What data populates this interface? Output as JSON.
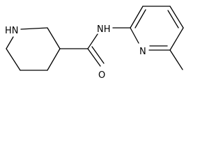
{
  "molecule": {
    "atoms": {
      "piperidine_nh": "HN",
      "amide_nh": "NH",
      "carbonyl_oxygen": "O",
      "pyridine_n": "N"
    }
  }
}
